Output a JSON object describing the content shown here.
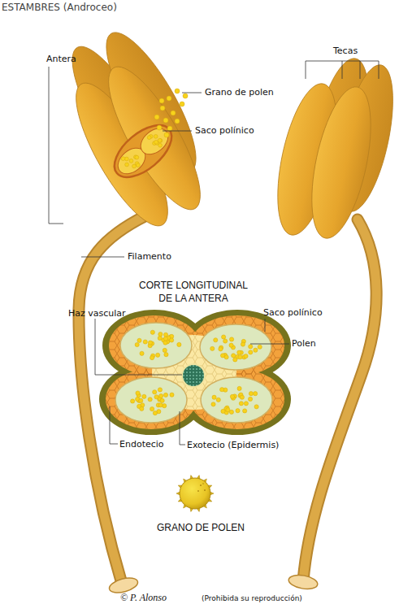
{
  "diagram": {
    "title": "ESTAMBRES (Androceo)",
    "labels": [
      "Antera",
      "Grano de polen",
      "Saco polínico",
      "Tecas",
      "Filamento",
      "CORTE LONGITUDINAL DE LA ANTERA",
      "Haz vascular",
      "Saco polínico",
      "Polen",
      "Endotecio",
      "Exotecio (Epidermis)",
      "GRANO DE POLEN",
      "© P. Alonso",
      "(Prohibida su reproducción)"
    ]
  }
}
